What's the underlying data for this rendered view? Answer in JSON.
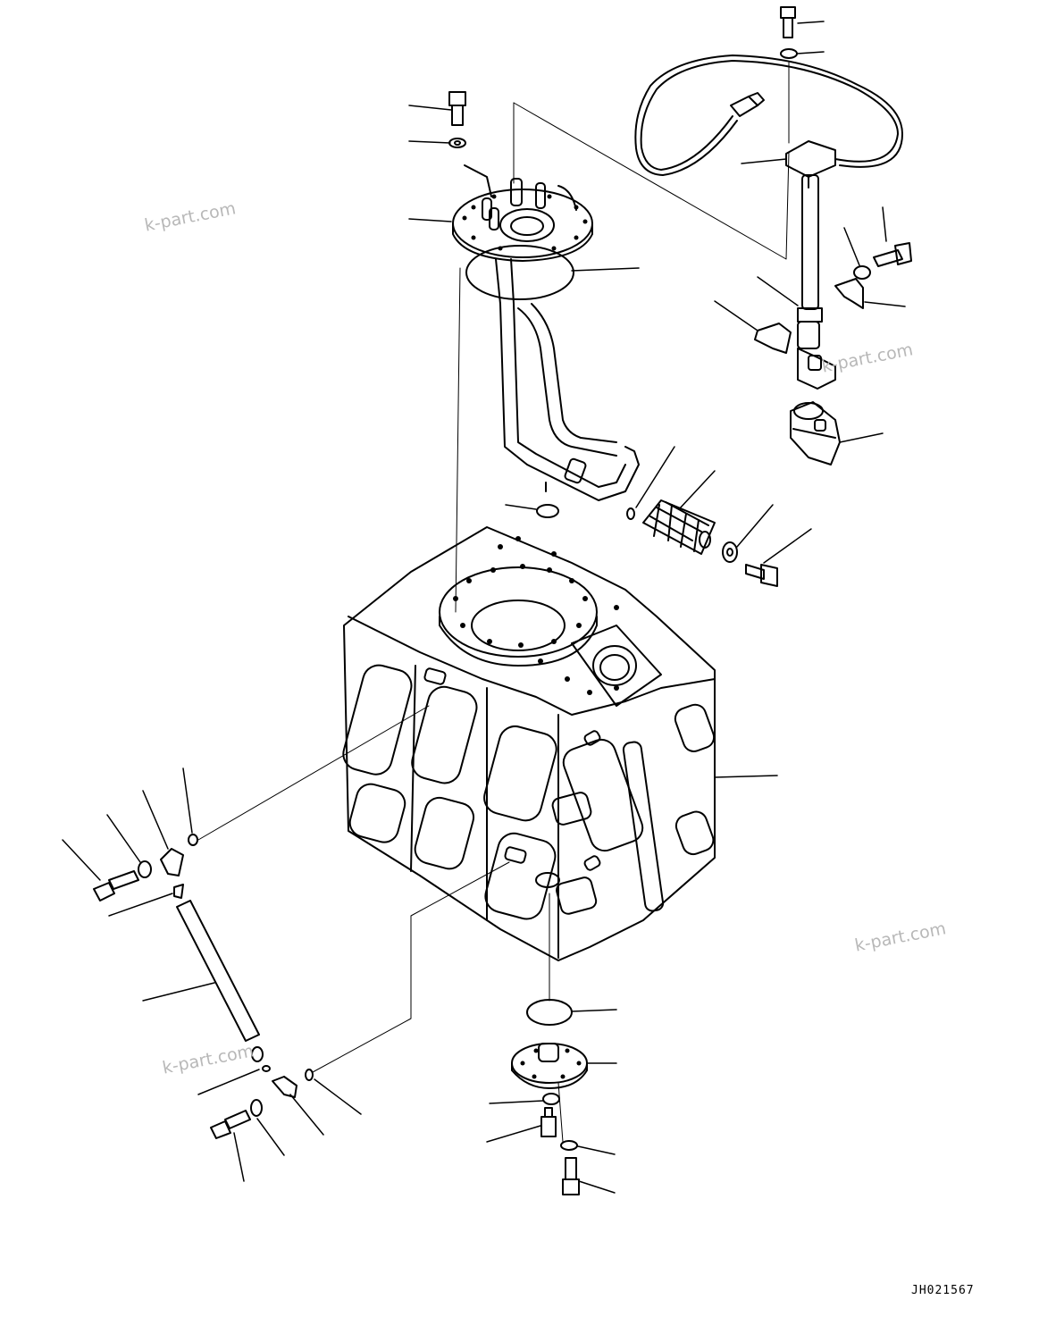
{
  "watermarks": [
    "k-part.com",
    "k-part.com",
    "k-part.com",
    "k-part.com"
  ],
  "drawing_code": "JH021567",
  "parts": [
    "fuel-tank",
    "gauge-flange",
    "flange-gasket",
    "suction-pipe",
    "strainer",
    "washer",
    "bolt",
    "level-sensor",
    "sensor-harness",
    "sensor-connector",
    "sensor-clamp",
    "sensor-bracket",
    "drain-cover",
    "drain-gasket",
    "level-hose",
    "hose-elbow",
    "o-ring"
  ]
}
